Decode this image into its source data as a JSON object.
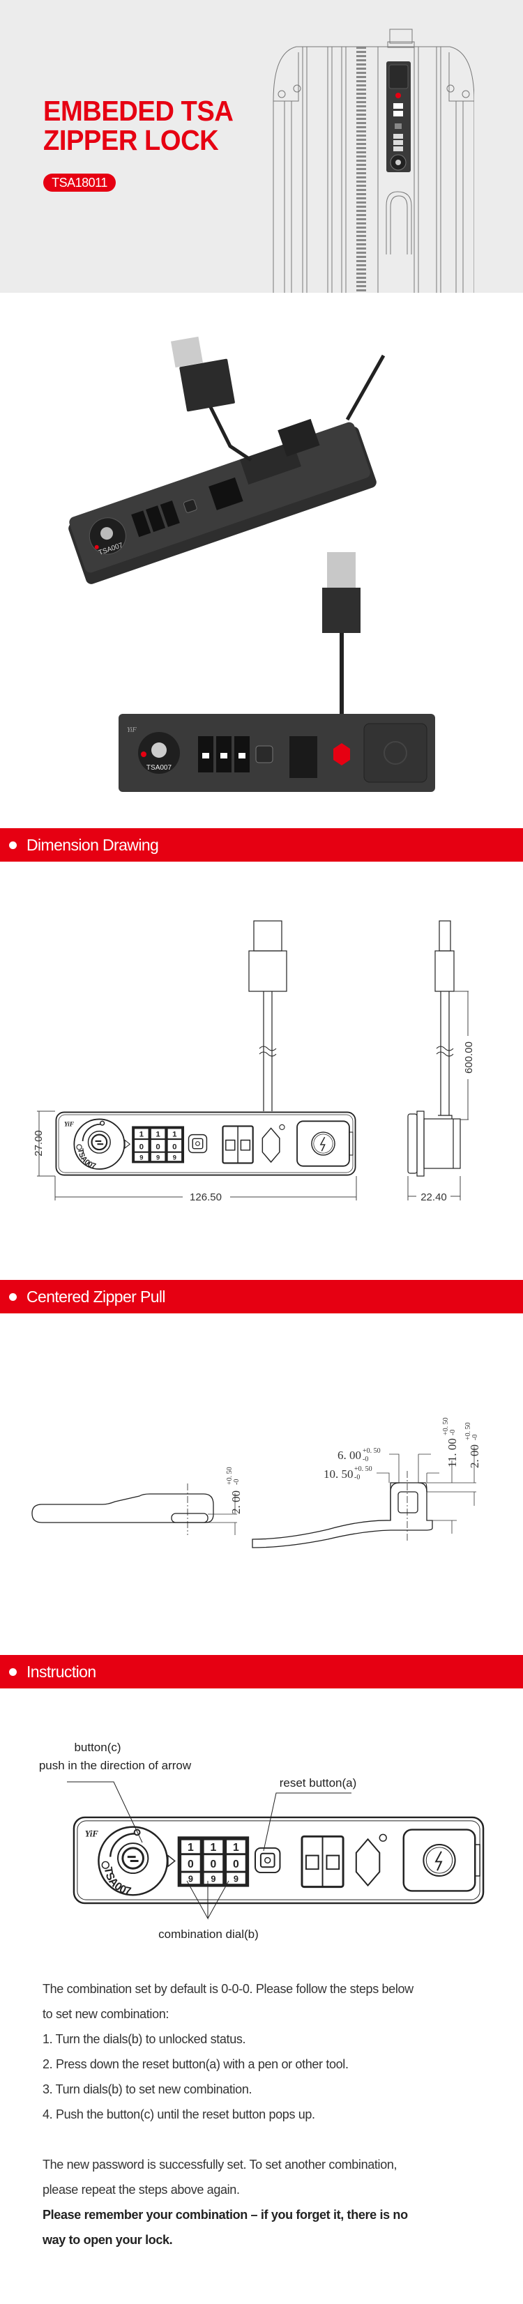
{
  "hero": {
    "title_line1": "EMBEDED TSA",
    "title_line2": "ZIPPER LOCK",
    "model_badge": "TSA18011"
  },
  "lock_marks": {
    "brand": "YiF",
    "tsa_code": "TSA007",
    "dial_digits": [
      "1",
      "0",
      "9"
    ]
  },
  "sections": {
    "dimension": {
      "title": "Dimension Drawing",
      "dims": {
        "height": "27.00",
        "width": "126.50",
        "cable": "600.00",
        "depth": "22.40"
      }
    },
    "zipper_pull": {
      "title": "Centered Zipper Pull",
      "dims": [
        {
          "value": "2. 00",
          "upper": "+0. 50",
          "lower": "-0"
        },
        {
          "value": "6. 00",
          "upper": "+0. 50",
          "lower": "-0"
        },
        {
          "value": "10. 50",
          "upper": "+0. 50",
          "lower": "-0"
        },
        {
          "value": "11. 00",
          "upper": "+0. 50",
          "lower": "-0"
        },
        {
          "value": "2. 00",
          "upper": "+0. 50",
          "lower": "-0"
        }
      ]
    },
    "instruction": {
      "title": "Instruction",
      "callouts": {
        "button_c": "button(c)",
        "button_c_hint": "push in the direction of arrow",
        "reset_a": "reset button(a)",
        "dial_b": "combination dial(b)"
      },
      "intro_line1": "The combination set by default is 0-0-0. Please follow the steps below",
      "intro_line2": "to set new combination:",
      "steps": [
        "1. Turn the dials(b) to unlocked status.",
        "2. Press down the reset button(a) with a pen or other tool.",
        "3. Turn dials(b) to set new combination.",
        "4. Push the button(c) until the reset button pops up."
      ],
      "outro_line1": "The new password is successfully set. To set another combination,",
      "outro_line2": "please repeat the steps above again.",
      "warning_line1": "Please remember your combination – if you forget it, there is no",
      "warning_line2": "way to open your lock."
    }
  },
  "colors": {
    "accent": "#e60012",
    "hero_bg": "#ececec",
    "text": "#333333"
  }
}
